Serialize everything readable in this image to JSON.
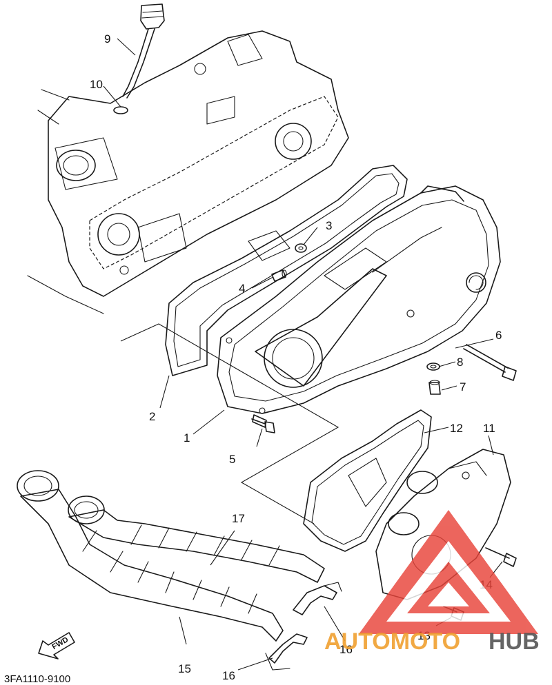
{
  "diagram": {
    "title": "",
    "part_code": "3FA1110-9100",
    "fwd_label": "FWD",
    "callouts": [
      {
        "id": "label-1",
        "text": "1"
      },
      {
        "id": "label-2",
        "text": "2"
      },
      {
        "id": "label-3",
        "text": "3"
      },
      {
        "id": "label-4",
        "text": "4"
      },
      {
        "id": "label-5",
        "text": "5"
      },
      {
        "id": "label-6",
        "text": "6"
      },
      {
        "id": "label-7",
        "text": "7"
      },
      {
        "id": "label-8",
        "text": "8"
      },
      {
        "id": "label-9",
        "text": "9"
      },
      {
        "id": "label-10",
        "text": "10"
      },
      {
        "id": "label-11",
        "text": "11"
      },
      {
        "id": "label-12",
        "text": "12"
      },
      {
        "id": "label-13",
        "text": "13"
      },
      {
        "id": "label-14",
        "text": "14"
      },
      {
        "id": "label-15",
        "text": "15"
      },
      {
        "id": "label-16a",
        "text": "16"
      },
      {
        "id": "label-16b",
        "text": "16"
      },
      {
        "id": "label-17",
        "text": "17"
      }
    ]
  },
  "watermark": {
    "brand_part1": "AUTOMOTO",
    "brand_part2": "HUB",
    "logo_color": "#e8443a",
    "text_color_1": "#f0a030",
    "text_color_2": "#555555"
  }
}
